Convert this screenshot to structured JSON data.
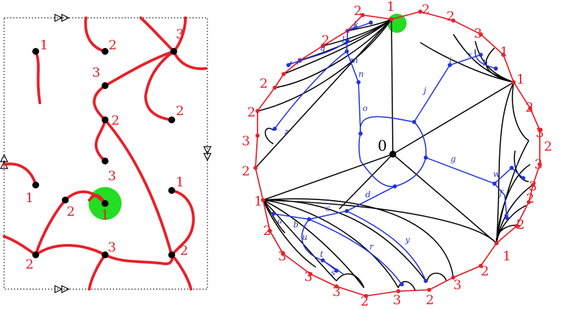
{
  "left_panel": {
    "vertices": [
      {
        "id": "v1",
        "label": "1"
      },
      {
        "id": "v2",
        "label": "2"
      },
      {
        "id": "v3",
        "label": "3"
      },
      {
        "id": "v4",
        "label": "3"
      },
      {
        "id": "v5",
        "label": "2"
      },
      {
        "id": "v6",
        "label": "2"
      },
      {
        "id": "v7",
        "label": "3"
      },
      {
        "id": "v8",
        "label": "1"
      },
      {
        "id": "v9",
        "label": "2"
      },
      {
        "id": "v10",
        "label": "1"
      },
      {
        "id": "v11",
        "label": "1"
      },
      {
        "id": "v12",
        "label": "2"
      },
      {
        "id": "v13",
        "label": "3"
      },
      {
        "id": "v14",
        "label": "2"
      }
    ]
  },
  "right_panel": {
    "center_label": "0",
    "boundary_labels": [
      "1",
      "2",
      "2",
      "3",
      "1",
      "2",
      "3",
      "2",
      "3",
      "1",
      "2",
      "3",
      "2",
      "2",
      "3",
      "1",
      "2",
      "3",
      "3",
      "2",
      "2",
      "3",
      "3",
      "2",
      "3",
      "2",
      "2",
      "1",
      "2",
      "2"
    ],
    "edge_labels": [
      "k",
      "l",
      "q",
      "p",
      "m",
      "n",
      "o",
      "z",
      "i",
      "j",
      "x",
      "h",
      "g",
      "w",
      "v",
      "f",
      "e",
      "d",
      "c",
      "a",
      "b",
      "u",
      "r",
      "y",
      "t",
      "s"
    ]
  },
  "colors": {
    "red": "#e8202a",
    "blue": "#2233dd",
    "green": "#22dd22"
  }
}
